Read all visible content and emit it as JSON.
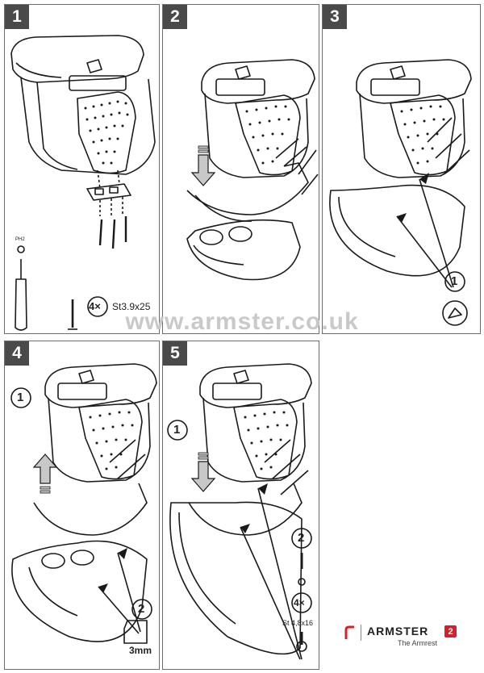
{
  "panels": [
    {
      "number": "1"
    },
    {
      "number": "2"
    },
    {
      "number": "3"
    },
    {
      "number": "4"
    },
    {
      "number": "5"
    }
  ],
  "step1": {
    "driver_label": "PH2",
    "count": "4×",
    "screw_spec": "St3.9x25"
  },
  "step3": {
    "callout": "1"
  },
  "step4": {
    "callout_a": "1",
    "callout_b": "2",
    "drill_size": "3mm"
  },
  "step5": {
    "callout_a": "1",
    "callout_b": "2",
    "count": "4×",
    "screw_spec": "St 4,8x16"
  },
  "watermark": "www.armster.co.uk",
  "brand": {
    "name": "ARMSTER",
    "badge": "2",
    "tagline": "The Armrest",
    "accent_color": "#d4202a"
  },
  "colors": {
    "panel_number_bg": "#4a4a4a",
    "line": "#1a1a1a",
    "arrow_fill": "#c8c8c8"
  }
}
